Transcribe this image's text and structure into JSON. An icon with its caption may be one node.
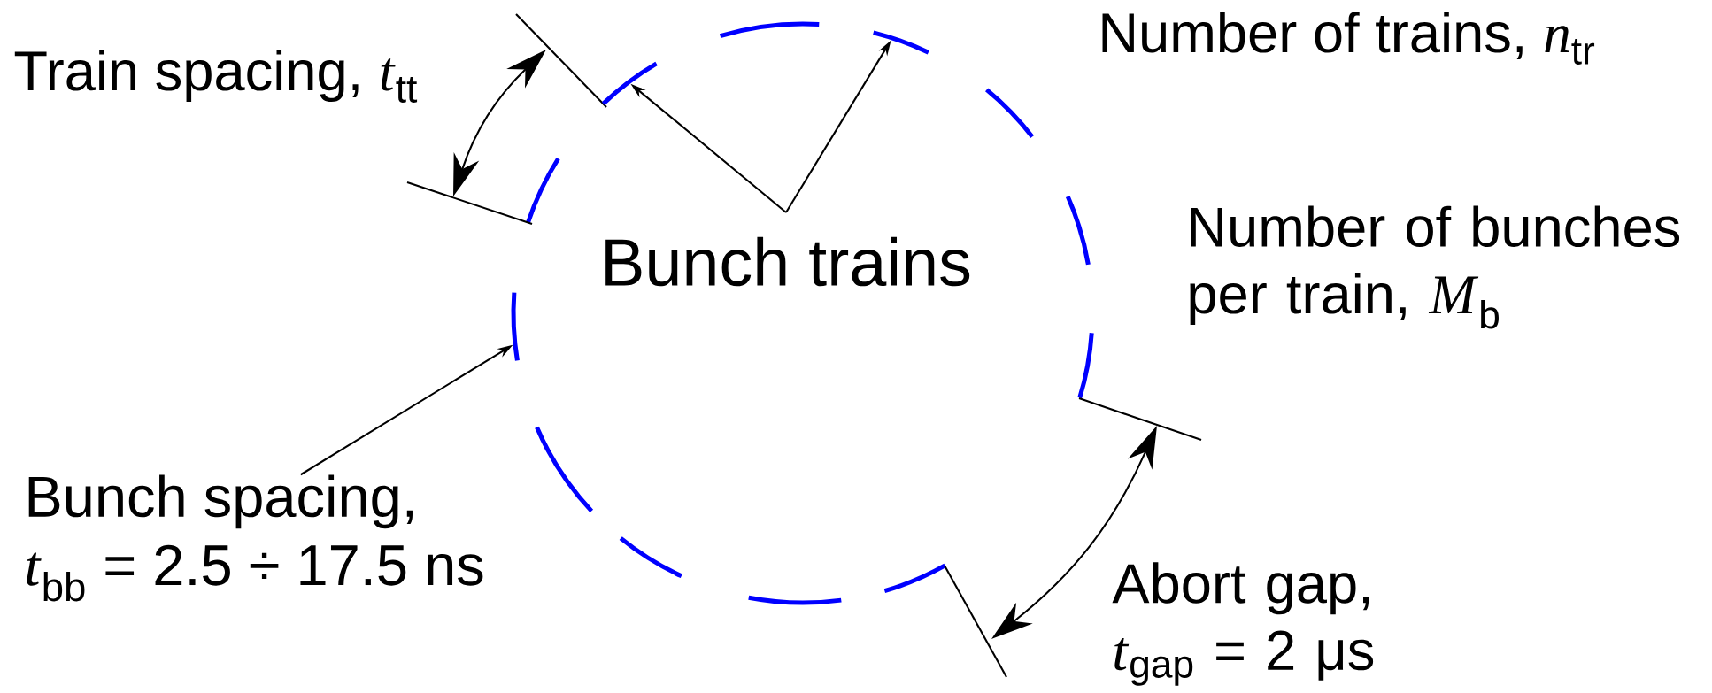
{
  "diagram": {
    "nodes": [
      {
        "text": [
          "Bunch trains"
        ]
      },
      {
        "text": [],
        "shape": "arc"
      },
      {
        "text": [],
        "shape": "arc"
      },
      {
        "text": [
          "Bunch spacing,",
          "*t*$_{bb}$ = 2.5 ÷ 17.5 ns"
        ]
      },
      {
        "text": [],
        "shape": "arc"
      }
    ],
    "edges": [
      {
        "from": 0,
        "to": 1,
        "arrow": "to"
      },
      {
        "from": 0,
        "to": 2,
        "arrow": "to"
      },
      {
        "from": 3,
        "to": 4,
        "arrow": "to"
      }
    ],
    "labels": [
      "Train spacing, *t*$_{tt}$",
      "Number of trains, *n*$_{tr}$",
      "Number of bunches per train, *M*$_{b}$",
      "Abort gap, *t*$_{gap}$ = 2 μs"
    ]
  }
}
